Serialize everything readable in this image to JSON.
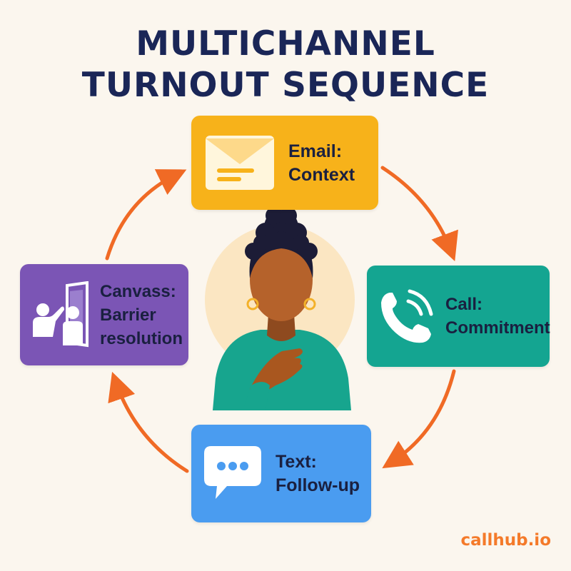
{
  "title": {
    "line1": "MULTICHANNEL",
    "line2": "TURNOUT SEQUENCE"
  },
  "steps": [
    {
      "id": "email",
      "label_line1": "Email:",
      "label_line2": "Context",
      "icon": "envelope-icon",
      "color": "#f7b21a"
    },
    {
      "id": "call",
      "label_line1": "Call:",
      "label_line2": "Commitment",
      "icon": "phone-icon",
      "color": "#14a591"
    },
    {
      "id": "text",
      "label_line1": "Text:",
      "label_line2": "Follow-up",
      "icon": "chat-bubble-icon",
      "color": "#4a9cf0"
    },
    {
      "id": "canvass",
      "label_line1": "Canvass:",
      "label_line2": "Barrier",
      "label_line3": "resolution",
      "icon": "door-knock-icon",
      "color": "#7b55b5"
    }
  ],
  "colors": {
    "arrow": "#f06a25",
    "title": "#1a2657",
    "background": "#fbf6ee",
    "brand": "#f47a2a"
  },
  "brand": "callhub.io"
}
